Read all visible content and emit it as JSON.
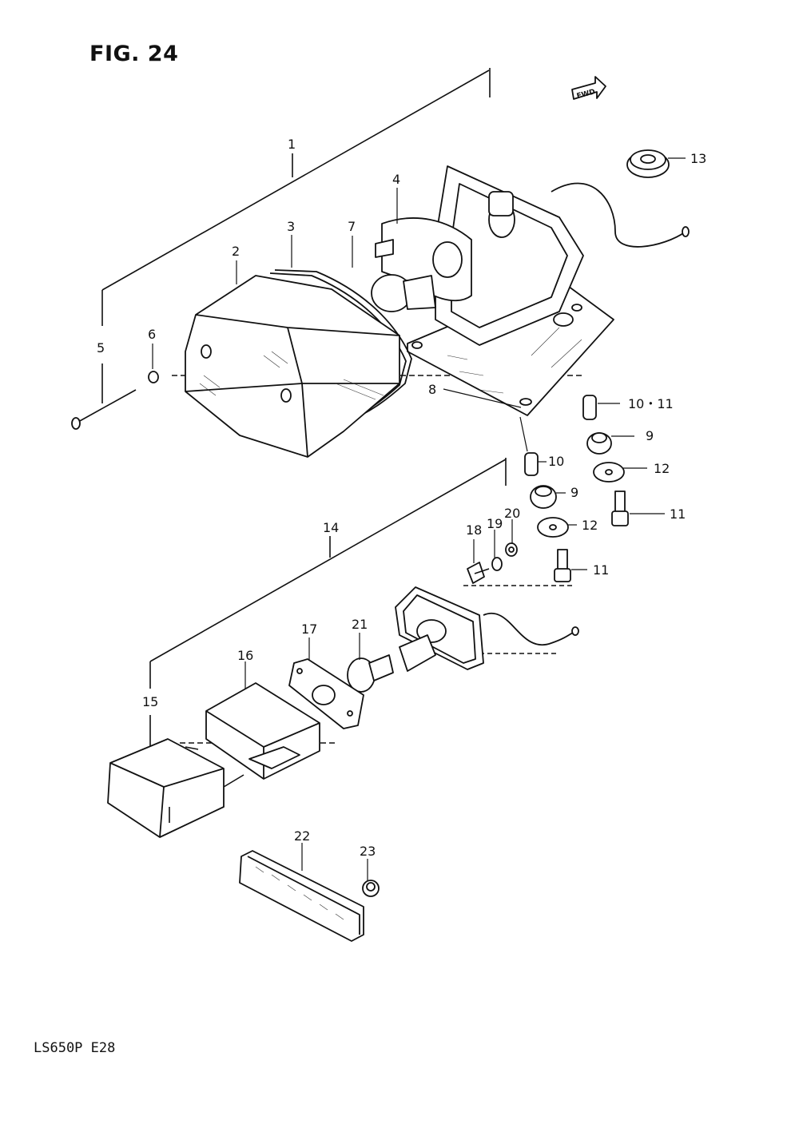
{
  "figure": {
    "title": "FIG. 24",
    "model_code": "LS650P  E28",
    "fwd_badge": "FWD"
  },
  "callouts": [
    {
      "id": "c1",
      "label": "1"
    },
    {
      "id": "c2",
      "label": "2"
    },
    {
      "id": "c3",
      "label": "3"
    },
    {
      "id": "c4",
      "label": "4"
    },
    {
      "id": "c5",
      "label": "5"
    },
    {
      "id": "c6",
      "label": "6"
    },
    {
      "id": "c7",
      "label": "7"
    },
    {
      "id": "c8",
      "label": "8"
    },
    {
      "id": "c9a",
      "label": "9"
    },
    {
      "id": "c9b",
      "label": "9"
    },
    {
      "id": "c10",
      "label": "10"
    },
    {
      "id": "c10_11",
      "label": "10・11"
    },
    {
      "id": "c11a",
      "label": "11"
    },
    {
      "id": "c11b",
      "label": "11"
    },
    {
      "id": "c12a",
      "label": "12"
    },
    {
      "id": "c12b",
      "label": "12"
    },
    {
      "id": "c13",
      "label": "13"
    },
    {
      "id": "c14",
      "label": "14"
    },
    {
      "id": "c15",
      "label": "15"
    },
    {
      "id": "c16",
      "label": "16"
    },
    {
      "id": "c17",
      "label": "17"
    },
    {
      "id": "c18",
      "label": "18"
    },
    {
      "id": "c19",
      "label": "19"
    },
    {
      "id": "c20",
      "label": "20"
    },
    {
      "id": "c21",
      "label": "21"
    },
    {
      "id": "c22",
      "label": "22"
    },
    {
      "id": "c23",
      "label": "23"
    }
  ]
}
